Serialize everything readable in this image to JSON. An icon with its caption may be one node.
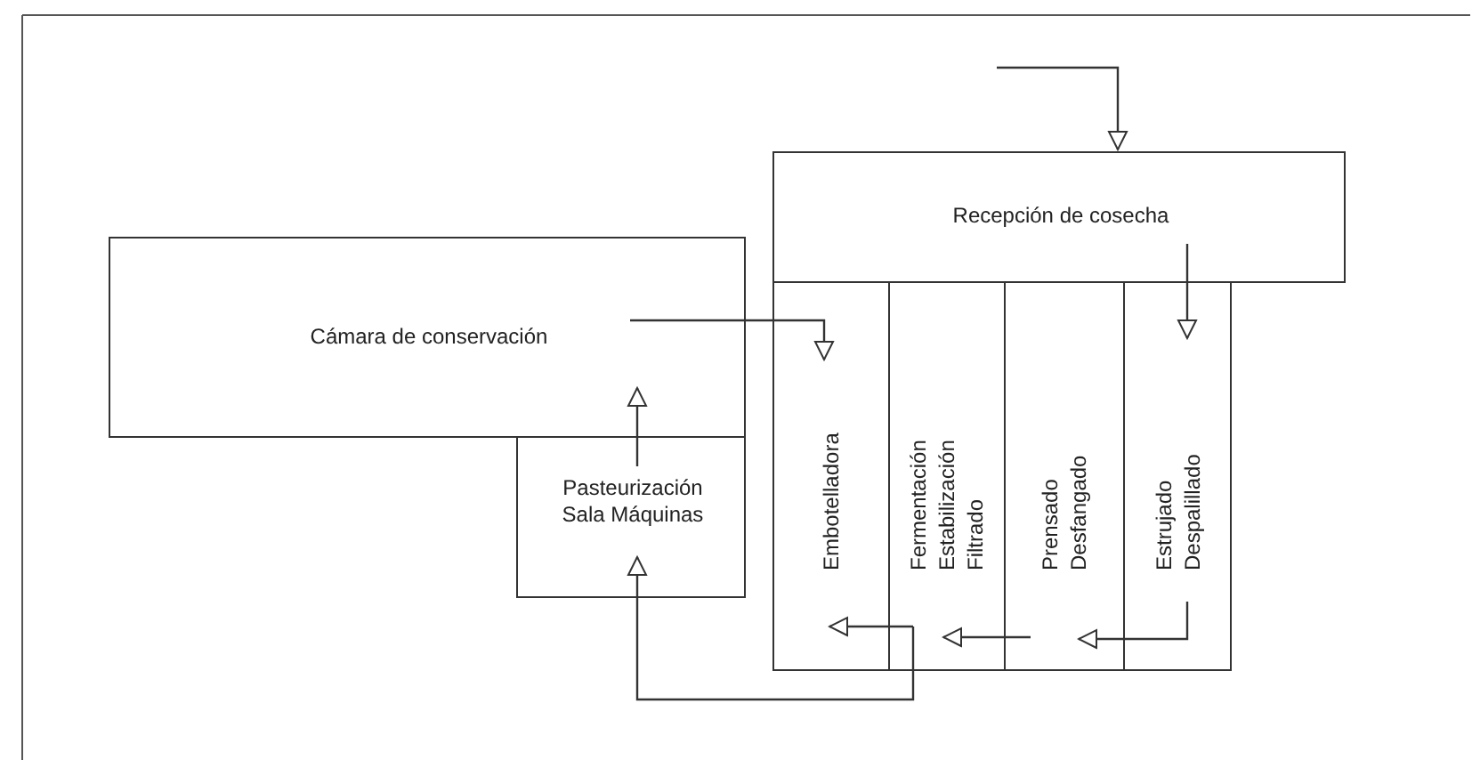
{
  "diagram": {
    "nodes": [
      {
        "text": [
          "Recepción de cosecha"
        ]
      },
      {
        "text": [
          "Cámara de conservación"
        ]
      },
      {
        "text": [
          "Pasteurización Sala Máquinas"
        ]
      },
      {
        "text": [
          "Embotelladora"
        ]
      },
      {
        "text": [
          "Fermentación Estabilización Filtrado"
        ]
      },
      {
        "text": [
          "Prensado Desfangado"
        ]
      },
      {
        "text": [
          "Estrujado Despalillado"
        ]
      }
    ],
    "edges": [
      {
        "from": null,
        "to": 0,
        "arrow": "to"
      },
      {
        "from": 0,
        "to": 6,
        "arrow": "to"
      },
      {
        "from": 6,
        "to": 5,
        "arrow": "to"
      },
      {
        "from": 5,
        "to": 4,
        "arrow": "to"
      },
      {
        "from": 4,
        "to": 3,
        "arrow": "to"
      },
      {
        "from": 4,
        "to": 2,
        "arrow": "to"
      },
      {
        "from": 2,
        "to": 1,
        "arrow": "to"
      },
      {
        "from": 1,
        "to": 3,
        "arrow": "to"
      }
    ]
  }
}
